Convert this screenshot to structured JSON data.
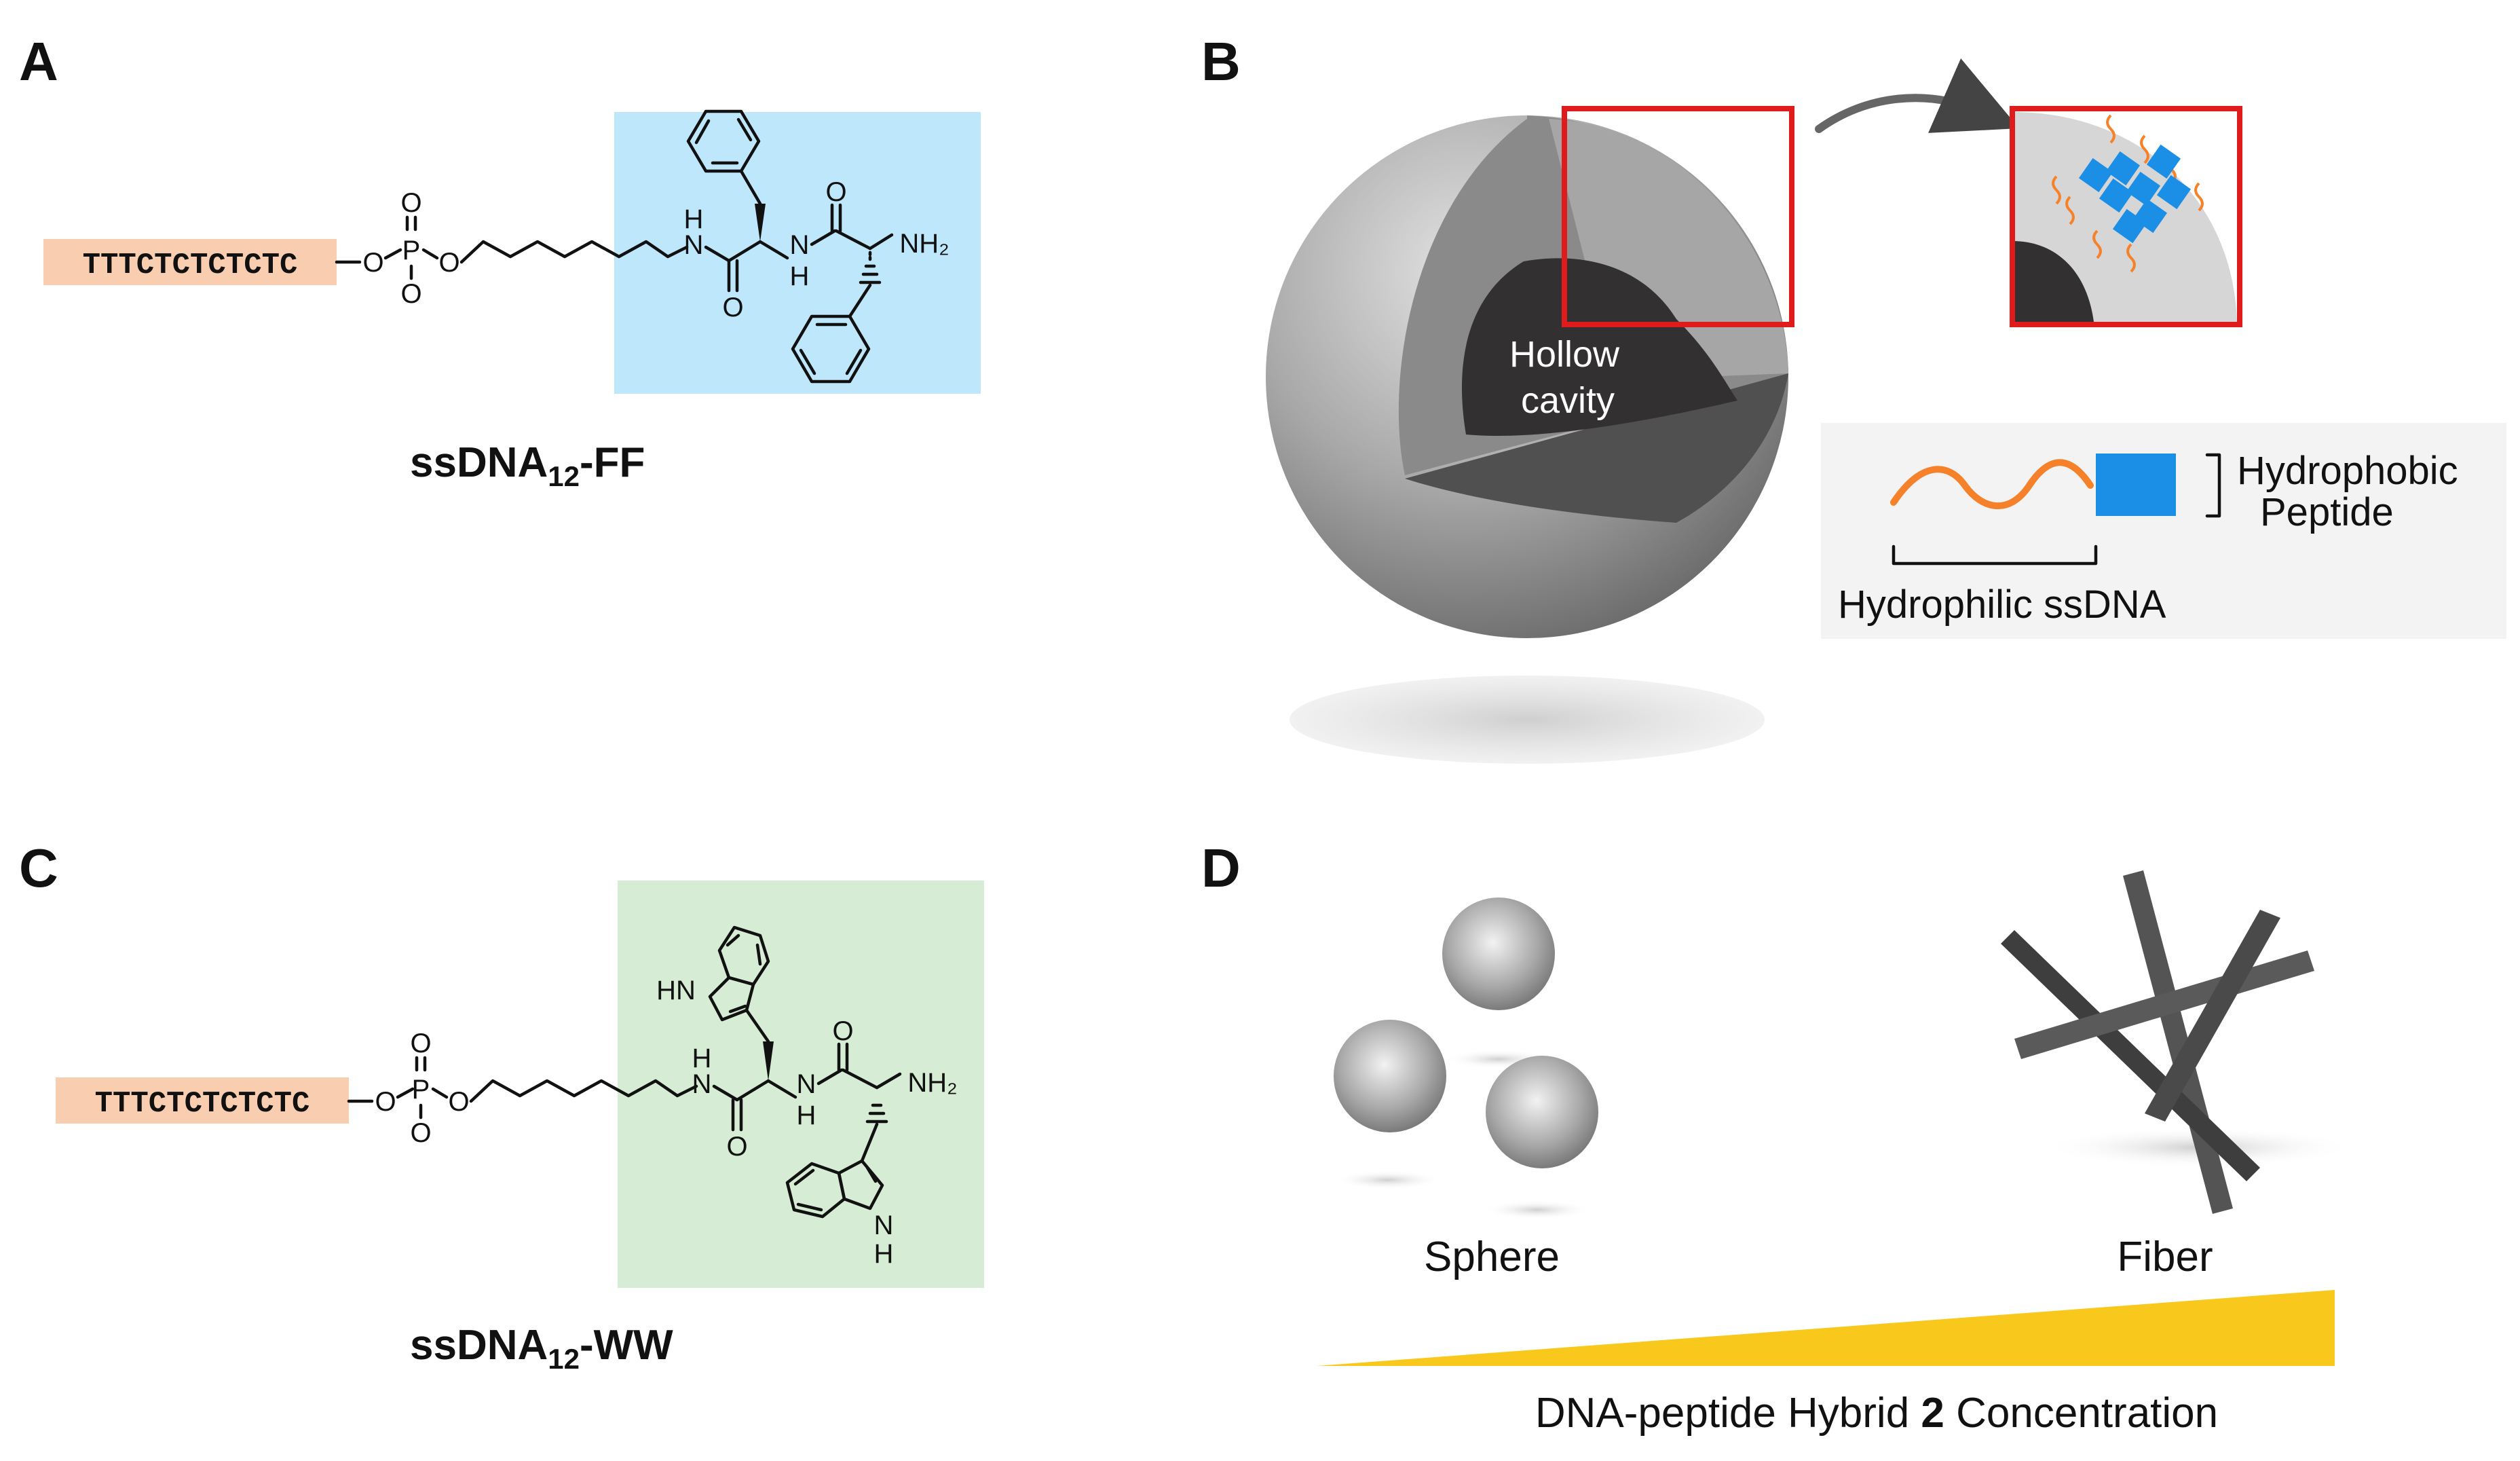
{
  "panels": {
    "A": {
      "letter": "A",
      "sequence": "TTTCTCTCTCTC",
      "atoms": {
        "p": "P",
        "o_top": "O",
        "o_left": "O",
        "o_right": "O",
        "o_bottom": "O",
        "h1": "H",
        "n1": "N",
        "o_amide1": "O",
        "h2": "H",
        "n2": "N",
        "o_amide2": "O",
        "nh2": "NH₂"
      },
      "caption_main": "ssDNA",
      "caption_sub": "12",
      "caption_suffix": "-FF",
      "highlight_color": "#bfe7fb",
      "seq_color": "#f9cdb0"
    },
    "B": {
      "letter": "B",
      "cavity_line1": "Hollow",
      "cavity_line2": "cavity",
      "legend_hydrophobic_1": "Hydrophobic",
      "legend_hydrophobic_2": "Peptide",
      "legend_hydrophilic": "Hydrophilic ssDNA",
      "strand_color": "#f5822a",
      "block_color": "#1b8fe6",
      "frame_color": "#e01b1b"
    },
    "C": {
      "letter": "C",
      "sequence": "TTTCTCTCTCTC",
      "atoms": {
        "p": "P",
        "o_top": "O",
        "o_left": "O",
        "o_right": "O",
        "o_bottom": "O",
        "hn_top": "HN",
        "h1": "H",
        "n1": "N",
        "o_amide1": "O",
        "h2": "H",
        "n2": "N",
        "o_amide2": "O",
        "nh2": "NH₂",
        "n_bottom": "N",
        "h_bottom": "H"
      },
      "caption_main": "ssDNA",
      "caption_sub": "12",
      "caption_suffix": "-WW",
      "highlight_color": "#d6ecd4",
      "seq_color": "#f9cdb0"
    },
    "D": {
      "letter": "D",
      "sphere_label": "Sphere",
      "fiber_label": "Fiber",
      "gradient_label_pre": "DNA-peptide Hybrid ",
      "gradient_label_bold": "2",
      "gradient_label_post": " Concentration",
      "gradient_color": "#f8c81c"
    }
  }
}
